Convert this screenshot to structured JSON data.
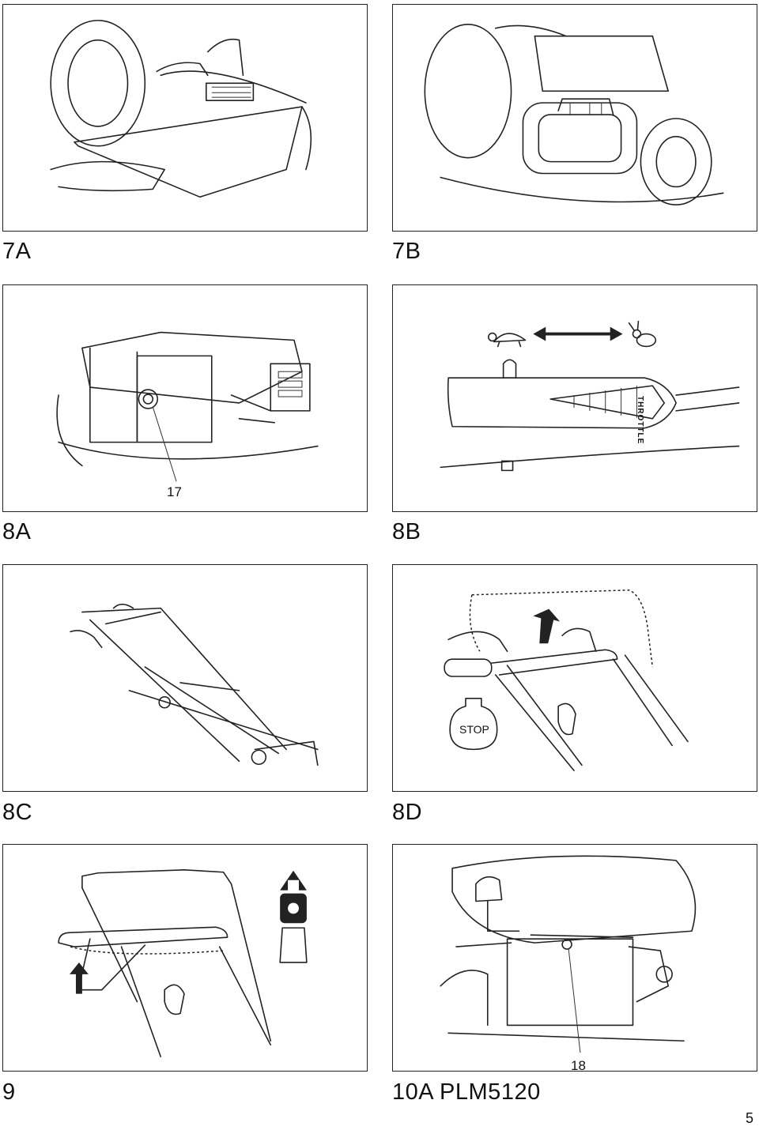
{
  "figures": [
    {
      "id": "7A",
      "caption": "7A"
    },
    {
      "id": "7B",
      "caption": "7B"
    },
    {
      "id": "8A",
      "caption": "8A",
      "callout": "17"
    },
    {
      "id": "8B",
      "caption": "8B",
      "label": "THROTTLE"
    },
    {
      "id": "8C",
      "caption": "8C"
    },
    {
      "id": "8D",
      "caption": "8D",
      "label": "STOP"
    },
    {
      "id": "9",
      "caption": "9"
    },
    {
      "id": "10A",
      "caption": "10A PLM5120",
      "callout": "18"
    }
  ],
  "page_number": "5"
}
